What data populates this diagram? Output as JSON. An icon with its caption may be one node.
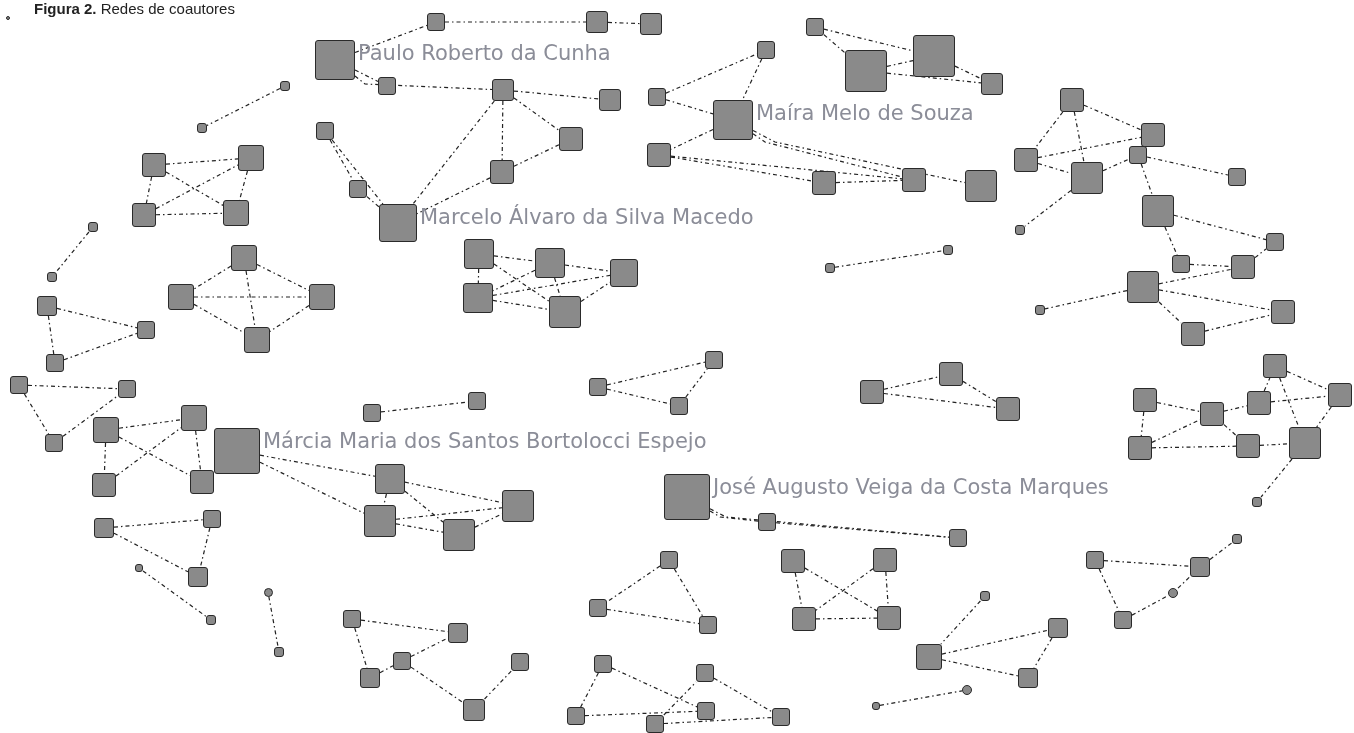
{
  "diagram": {
    "title": "**Figura 2.** Redes de coautores",
    "nodes": [
      {
        "text": [
          "Paulo Roberto da Cunha"
        ]
      },
      {
        "text": [],
        "shape": "box"
      },
      {
        "text": [],
        "shape": "box"
      },
      {
        "text": [],
        "shape": "box"
      },
      {
        "text": [],
        "shape": "box"
      },
      {
        "text": [],
        "shape": "box"
      },
      {
        "text": [],
        "shape": "box"
      },
      {
        "text": [],
        "shape": "box"
      },
      {
        "text": [],
        "shape": "box"
      },
      {
        "text": [],
        "shape": "box"
      },
      {
        "text": [],
        "shape": "box"
      },
      {
        "text": [
          "Marcelo Álvaro da Silva Macedo"
        ]
      },
      {
        "text": [],
        "shape": "box"
      },
      {
        "text": [],
        "shape": "box"
      },
      {
        "text": [
          "Maíra Melo de Souza"
        ]
      },
      {
        "text": [],
        "shape": "box"
      },
      {
        "text": [],
        "shape": "box"
      },
      {
        "text": [],
        "shape": "box"
      },
      {
        "text": [],
        "shape": "box"
      },
      {
        "text": [],
        "shape": "box"
      },
      {
        "text": [],
        "shape": "box"
      },
      {
        "text": [],
        "shape": "box"
      },
      {
        "text": [],
        "shape": "box"
      },
      {
        "text": [],
        "shape": "box"
      },
      {
        "text": [],
        "shape": "box"
      },
      {
        "text": [],
        "shape": "box"
      },
      {
        "text": [],
        "shape": "box"
      },
      {
        "text": [],
        "shape": "box"
      },
      {
        "text": [],
        "shape": "box"
      },
      {
        "text": [],
        "shape": "box"
      },
      {
        "text": [],
        "shape": "box"
      },
      {
        "text": [],
        "shape": "box"
      },
      {
        "text": [],
        "shape": "box"
      },
      {
        "text": [],
        "shape": "box"
      },
      {
        "text": [],
        "shape": "box"
      },
      {
        "text": [],
        "shape": "box"
      },
      {
        "text": [],
        "shape": "box"
      },
      {
        "text": [],
        "shape": "box"
      },
      {
        "text": [],
        "shape": "box"
      },
      {
        "text": [],
        "shape": "box"
      },
      {
        "text": [],
        "shape": "box"
      },
      {
        "text": [],
        "shape": "box"
      },
      {
        "text": [],
        "shape": "box"
      },
      {
        "text": [],
        "shape": "box"
      },
      {
        "text": [],
        "shape": "box"
      },
      {
        "text": [],
        "shape": "box"
      },
      {
        "text": [],
        "shape": "box"
      },
      {
        "text": [],
        "shape": "box"
      },
      {
        "text": [],
        "shape": "box"
      },
      {
        "text": [],
        "shape": "box"
      },
      {
        "text": [],
        "shape": "box"
      },
      {
        "text": [],
        "shape": "box"
      },
      {
        "text": [],
        "shape": "box"
      },
      {
        "text": [],
        "shape": "box"
      },
      {
        "text": [],
        "shape": "box"
      },
      {
        "text": [],
        "shape": "box"
      },
      {
        "text": [],
        "shape": "box"
      },
      {
        "text": [],
        "shape": "box"
      },
      {
        "text": [],
        "shape": "box"
      },
      {
        "text": [],
        "shape": "box"
      },
      {
        "text": [],
        "shape": "box"
      },
      {
        "text": [],
        "shape": "box"
      },
      {
        "text": [],
        "shape": "box"
      },
      {
        "text": [],
        "shape": "box"
      },
      {
        "text": [],
        "shape": "box"
      },
      {
        "text": [],
        "shape": "box"
      },
      {
        "text": [],
        "shape": "box"
      },
      {
        "text": [
          "Márcia Maria dos Santos Bortolocci Espejo"
        ]
      },
      {
        "text": [],
        "shape": "box"
      },
      {
        "text": [],
        "shape": "box"
      },
      {
        "text": [],
        "shape": "box"
      },
      {
        "text": [],
        "shape": "box"
      },
      {
        "text": [],
        "shape": "box"
      },
      {
        "text": [],
        "shape": "box"
      },
      {
        "text": [],
        "shape": "box"
      },
      {
        "text": [],
        "shape": "box"
      },
      {
        "text": [],
        "shape": "box"
      },
      {
        "text": [],
        "shape": "box"
      },
      {
        "text": [],
        "shape": "box"
      },
      {
        "text": [],
        "shape": "circle"
      },
      {
        "text": [],
        "shape": "box"
      },
      {
        "text": [],
        "shape": "box"
      },
      {
        "text": [],
        "shape": "box"
      },
      {
        "text": [],
        "shape": "box"
      },
      {
        "text": [],
        "shape": "box"
      },
      {
        "text": [],
        "shape": "box"
      },
      {
        "text": [],
        "shape": "box"
      },
      {
        "text": [],
        "shape": "box"
      },
      {
        "text": [],
        "shape": "box"
      },
      {
        "text": [],
        "shape": "box"
      },
      {
        "text": [],
        "shape": "box"
      },
      {
        "text": [],
        "shape": "box"
      },
      {
        "text": [],
        "shape": "box"
      },
      {
        "text": [
          "José Augusto Veiga da Costa Marques"
        ]
      },
      {
        "text": [],
        "shape": "box"
      },
      {
        "text": [],
        "shape": "box"
      },
      {
        "text": [],
        "shape": "box"
      },
      {
        "text": [],
        "shape": "box"
      },
      {
        "text": [],
        "shape": "box"
      },
      {
        "text": [],
        "shape": "box"
      },
      {
        "text": [],
        "shape": "box"
      },
      {
        "text": [],
        "shape": "box"
      },
      {
        "text": [],
        "shape": "box"
      },
      {
        "text": [],
        "shape": "box"
      },
      {
        "text": [],
        "shape": "box"
      },
      {
        "text": [],
        "shape": "box"
      },
      {
        "text": [],
        "shape": "box"
      },
      {
        "text": [],
        "shape": "box"
      },
      {
        "text": [],
        "shape": "box"
      },
      {
        "text": [],
        "shape": "box"
      },
      {
        "text": [],
        "shape": "circle"
      },
      {
        "text": [],
        "shape": "box"
      },
      {
        "text": [],
        "shape": "box"
      },
      {
        "text": [],
        "shape": "box"
      },
      {
        "text": [],
        "shape": "box"
      },
      {
        "text": [],
        "shape": "box"
      },
      {
        "text": [],
        "shape": "box"
      },
      {
        "text": [],
        "shape": "box"
      },
      {
        "text": [],
        "shape": "box"
      },
      {
        "text": [],
        "shape": "box"
      },
      {
        "text": [],
        "shape": "box"
      },
      {
        "text": [],
        "shape": "box"
      },
      {
        "text": [],
        "shape": "box"
      },
      {
        "text": [],
        "shape": "circle"
      },
      {
        "text": [],
        "shape": "box"
      },
      {
        "text": [],
        "shape": "box"
      },
      {
        "text": [],
        "shape": "box"
      },
      {
        "text": [],
        "shape": "box"
      },
      {
        "text": [],
        "shape": "box"
      },
      {
        "text": [],
        "shape": "box"
      }
    ],
    "edges": [
      {
        "from": 0,
        "to": 1,
        "arrow": "none"
      },
      {
        "from": 1,
        "to": 2,
        "arrow": "none"
      },
      {
        "from": 2,
        "to": 3,
        "arrow": "none"
      },
      {
        "from": 0,
        "to": 4,
        "arrow": "none"
      },
      {
        "from": 0,
        "to": 5,
        "arrow": "none"
      },
      {
        "from": 5,
        "to": 6,
        "arrow": "none"
      },
      {
        "from": 5,
        "to": 8,
        "arrow": "none"
      },
      {
        "from": 5,
        "to": 7,
        "arrow": "none"
      },
      {
        "from": 8,
        "to": 7,
        "arrow": "none"
      },
      {
        "from": 5,
        "to": 11,
        "arrow": "none"
      },
      {
        "from": 8,
        "to": 11,
        "arrow": "none"
      },
      {
        "from": 9,
        "to": 10,
        "arrow": "none"
      },
      {
        "from": 9,
        "to": 11,
        "arrow": "none"
      },
      {
        "from": 10,
        "to": 11,
        "arrow": "none"
      },
      {
        "from": 12,
        "to": 13,
        "arrow": "none"
      },
      {
        "from": 12,
        "to": 14,
        "arrow": "none"
      },
      {
        "from": 13,
        "to": 14,
        "arrow": "none"
      },
      {
        "from": 15,
        "to": 17,
        "arrow": "none"
      },
      {
        "from": 15,
        "to": 16,
        "arrow": "none"
      },
      {
        "from": 17,
        "to": 16,
        "arrow": "none"
      },
      {
        "from": 16,
        "to": 18,
        "arrow": "none"
      },
      {
        "from": 17,
        "to": 18,
        "arrow": "none"
      },
      {
        "from": 14,
        "to": 19,
        "arrow": "none"
      },
      {
        "from": 19,
        "to": 20,
        "arrow": "none"
      },
      {
        "from": 19,
        "to": 21,
        "arrow": "none"
      },
      {
        "from": 14,
        "to": 21,
        "arrow": "none"
      },
      {
        "from": 20,
        "to": 21,
        "arrow": "none"
      },
      {
        "from": 14,
        "to": 22,
        "arrow": "none"
      },
      {
        "from": 23,
        "to": 24,
        "arrow": "none"
      },
      {
        "from": 23,
        "to": 25,
        "arrow": "none"
      },
      {
        "from": 23,
        "to": 26,
        "arrow": "none"
      },
      {
        "from": 24,
        "to": 26,
        "arrow": "none"
      },
      {
        "from": 24,
        "to": 25,
        "arrow": "none"
      },
      {
        "from": 25,
        "to": 27,
        "arrow": "none"
      },
      {
        "from": 27,
        "to": 28,
        "arrow": "none"
      },
      {
        "from": 27,
        "to": 29,
        "arrow": "none"
      },
      {
        "from": 29,
        "to": 30,
        "arrow": "none"
      },
      {
        "from": 29,
        "to": 31,
        "arrow": "none"
      },
      {
        "from": 31,
        "to": 32,
        "arrow": "none"
      },
      {
        "from": 32,
        "to": 30,
        "arrow": "none"
      },
      {
        "from": 34,
        "to": 32,
        "arrow": "none"
      },
      {
        "from": 34,
        "to": 35,
        "arrow": "none"
      },
      {
        "from": 34,
        "to": 36,
        "arrow": "none"
      },
      {
        "from": 36,
        "to": 35,
        "arrow": "none"
      },
      {
        "from": 25,
        "to": 33,
        "arrow": "none"
      },
      {
        "from": 34,
        "to": 37,
        "arrow": "none"
      },
      {
        "from": 38,
        "to": 41,
        "arrow": "none"
      },
      {
        "from": 38,
        "to": 39,
        "arrow": "none"
      },
      {
        "from": 38,
        "to": 42,
        "arrow": "none"
      },
      {
        "from": 39,
        "to": 40,
        "arrow": "none"
      },
      {
        "from": 39,
        "to": 41,
        "arrow": "none"
      },
      {
        "from": 39,
        "to": 42,
        "arrow": "none"
      },
      {
        "from": 41,
        "to": 40,
        "arrow": "none"
      },
      {
        "from": 41,
        "to": 42,
        "arrow": "none"
      },
      {
        "from": 42,
        "to": 40,
        "arrow": "none"
      },
      {
        "from": 43,
        "to": 44,
        "arrow": "none"
      },
      {
        "from": 45,
        "to": 46,
        "arrow": "none"
      },
      {
        "from": 47,
        "to": 48,
        "arrow": "none"
      },
      {
        "from": 47,
        "to": 50,
        "arrow": "none"
      },
      {
        "from": 49,
        "to": 48,
        "arrow": "none"
      },
      {
        "from": 49,
        "to": 50,
        "arrow": "none"
      },
      {
        "from": 47,
        "to": 49,
        "arrow": "none"
      },
      {
        "from": 48,
        "to": 50,
        "arrow": "none"
      },
      {
        "from": 52,
        "to": 53,
        "arrow": "none"
      },
      {
        "from": 51,
        "to": 52,
        "arrow": "none"
      },
      {
        "from": 51,
        "to": 53,
        "arrow": "none"
      },
      {
        "from": 52,
        "to": 54,
        "arrow": "none"
      },
      {
        "from": 53,
        "to": 54,
        "arrow": "none"
      },
      {
        "from": 51,
        "to": 54,
        "arrow": "none"
      },
      {
        "from": 55,
        "to": 56,
        "arrow": "none"
      },
      {
        "from": 57,
        "to": 58,
        "arrow": "none"
      },
      {
        "from": 57,
        "to": 59,
        "arrow": "none"
      },
      {
        "from": 59,
        "to": 58,
        "arrow": "none"
      },
      {
        "from": 60,
        "to": 61,
        "arrow": "none"
      },
      {
        "from": 60,
        "to": 62,
        "arrow": "none"
      },
      {
        "from": 62,
        "to": 61,
        "arrow": "none"
      },
      {
        "from": 63,
        "to": 64,
        "arrow": "none"
      },
      {
        "from": 63,
        "to": 66,
        "arrow": "none"
      },
      {
        "from": 63,
        "to": 65,
        "arrow": "none"
      },
      {
        "from": 65,
        "to": 64,
        "arrow": "none"
      },
      {
        "from": 64,
        "to": 66,
        "arrow": "none"
      },
      {
        "from": 67,
        "to": 68,
        "arrow": "none"
      },
      {
        "from": 67,
        "to": 69,
        "arrow": "none"
      },
      {
        "from": 68,
        "to": 69,
        "arrow": "none"
      },
      {
        "from": 68,
        "to": 71,
        "arrow": "none"
      },
      {
        "from": 68,
        "to": 70,
        "arrow": "none"
      },
      {
        "from": 69,
        "to": 71,
        "arrow": "none"
      },
      {
        "from": 69,
        "to": 70,
        "arrow": "none"
      },
      {
        "from": 70,
        "to": 71,
        "arrow": "none"
      },
      {
        "from": 72,
        "to": 73,
        "arrow": "none"
      },
      {
        "from": 74,
        "to": 75,
        "arrow": "none"
      },
      {
        "from": 74,
        "to": 76,
        "arrow": "none"
      },
      {
        "from": 75,
        "to": 76,
        "arrow": "none"
      },
      {
        "from": 77,
        "to": 78,
        "arrow": "none"
      },
      {
        "from": 79,
        "to": 80,
        "arrow": "none"
      },
      {
        "from": 81,
        "to": 82,
        "arrow": "none"
      },
      {
        "from": 81,
        "to": 84,
        "arrow": "none"
      },
      {
        "from": 84,
        "to": 83,
        "arrow": "none"
      },
      {
        "from": 83,
        "to": 82,
        "arrow": "none"
      },
      {
        "from": 83,
        "to": 85,
        "arrow": "none"
      },
      {
        "from": 85,
        "to": 86,
        "arrow": "none"
      },
      {
        "from": 87,
        "to": 88,
        "arrow": "none"
      },
      {
        "from": 87,
        "to": 89,
        "arrow": "none"
      },
      {
        "from": 89,
        "to": 88,
        "arrow": "none"
      },
      {
        "from": 90,
        "to": 91,
        "arrow": "none"
      },
      {
        "from": 90,
        "to": 92,
        "arrow": "none"
      },
      {
        "from": 91,
        "to": 92,
        "arrow": "none"
      },
      {
        "from": 93,
        "to": 94,
        "arrow": "none"
      },
      {
        "from": 94,
        "to": 95,
        "arrow": "none"
      },
      {
        "from": 93,
        "to": 95,
        "arrow": "none"
      },
      {
        "from": 96,
        "to": 98,
        "arrow": "none"
      },
      {
        "from": 96,
        "to": 99,
        "arrow": "none"
      },
      {
        "from": 97,
        "to": 98,
        "arrow": "none"
      },
      {
        "from": 97,
        "to": 99,
        "arrow": "none"
      },
      {
        "from": 98,
        "to": 99,
        "arrow": "none"
      },
      {
        "from": 100,
        "to": 101,
        "arrow": "none"
      },
      {
        "from": 100,
        "to": 102,
        "arrow": "none"
      },
      {
        "from": 101,
        "to": 102,
        "arrow": "none"
      },
      {
        "from": 103,
        "to": 104,
        "arrow": "none"
      },
      {
        "from": 103,
        "to": 106,
        "arrow": "none"
      },
      {
        "from": 104,
        "to": 106,
        "arrow": "none"
      },
      {
        "from": 105,
        "to": 107,
        "arrow": "none"
      },
      {
        "from": 105,
        "to": 108,
        "arrow": "none"
      },
      {
        "from": 107,
        "to": 108,
        "arrow": "none"
      },
      {
        "from": 109,
        "to": 110,
        "arrow": "none"
      },
      {
        "from": 112,
        "to": 113,
        "arrow": "none"
      },
      {
        "from": 116,
        "to": 117,
        "arrow": "none"
      },
      {
        "from": 112,
        "to": 116,
        "arrow": "none"
      },
      {
        "from": 116,
        "to": 113,
        "arrow": "none"
      },
      {
        "from": 113,
        "to": 114,
        "arrow": "none"
      },
      {
        "from": 113,
        "to": 117,
        "arrow": "none"
      },
      {
        "from": 114,
        "to": 111,
        "arrow": "none"
      },
      {
        "from": 111,
        "to": 115,
        "arrow": "none"
      },
      {
        "from": 111,
        "to": 118,
        "arrow": "none"
      },
      {
        "from": 114,
        "to": 115,
        "arrow": "none"
      },
      {
        "from": 115,
        "to": 118,
        "arrow": "none"
      },
      {
        "from": 117,
        "to": 118,
        "arrow": "none"
      },
      {
        "from": 118,
        "to": 119,
        "arrow": "none"
      },
      {
        "from": 120,
        "to": 121,
        "arrow": "none"
      },
      {
        "from": 120,
        "to": 124,
        "arrow": "none"
      },
      {
        "from": 124,
        "to": 123,
        "arrow": "none"
      },
      {
        "from": 123,
        "to": 121,
        "arrow": "none"
      },
      {
        "from": 121,
        "to": 122,
        "arrow": "none"
      },
      {
        "from": 125,
        "to": 126,
        "arrow": "none"
      },
      {
        "from": 126,
        "to": 127,
        "arrow": "none"
      },
      {
        "from": 126,
        "to": 128,
        "arrow": "none"
      },
      {
        "from": 127,
        "to": 128,
        "arrow": "none"
      }
    ]
  }
}
